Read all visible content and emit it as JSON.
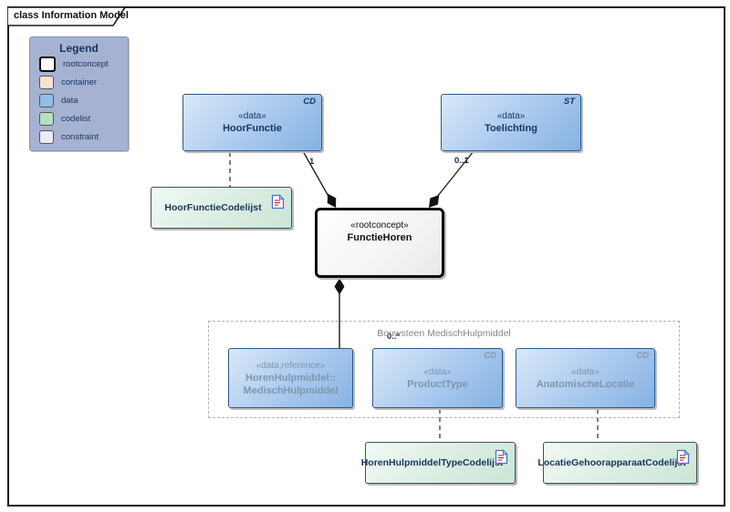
{
  "diagram": {
    "tab_label": "class Information Model",
    "container_title": "Bouwsteen MedischHulpmiddel"
  },
  "legend": {
    "title": "Legend",
    "items": [
      {
        "label": "rootconcept",
        "color": "#ffffff"
      },
      {
        "label": "container",
        "color": "#f8e3d0"
      },
      {
        "label": "data",
        "color": "#8fc0ea"
      },
      {
        "label": "codelist",
        "color": "#b5e0c5"
      },
      {
        "label": "constraint",
        "color": "#eaeaf8"
      }
    ]
  },
  "nodes": {
    "hoor_functie": {
      "stereotype": "«data»",
      "name": "HoorFunctie",
      "type_letter": "CD"
    },
    "toelichting": {
      "stereotype": "«data»",
      "name": "Toelichting",
      "type_letter": "ST"
    },
    "functie_horen": {
      "stereotype": "«rootconcept»",
      "name": "FunctieHoren"
    },
    "hoor_functie_codelijst": {
      "name": "HoorFunctieCodelijst"
    },
    "horen_hulpmiddel": {
      "stereotype": "«data,reference»",
      "name_line1": "HorenHulpmiddel::",
      "name_line2": "MedischHulpmiddel"
    },
    "product_type": {
      "stereotype": "«data»",
      "name": "ProductType",
      "type_letter": "CD"
    },
    "anatomische_locatie": {
      "stereotype": "«data»",
      "name": "AnatomischeLocatie",
      "type_letter": "CD"
    },
    "horen_hulpmiddel_type_codelijst": {
      "name": "HorenHulpmiddelTypeCodelijst"
    },
    "locatie_gehoorapparaat_codelijst": {
      "name": "LocatieGehoorapparaatCodelijst"
    }
  },
  "multiplicities": {
    "hoor_functie": "1",
    "toelichting": "0..1",
    "medisch_hulpmiddel": "0..*"
  },
  "colors": {
    "data_fill": "#a9c9ee",
    "data_border": "#2d5986",
    "codelist_fill": "#d9ecdf",
    "codelist_border": "#44514c",
    "rootconcept_border": "#0a0a0a",
    "legend_background": "#a6b2d2",
    "grayed_text": "#7e95ae",
    "label_text": "#16355e",
    "container_dash": "#b2b2b2"
  }
}
